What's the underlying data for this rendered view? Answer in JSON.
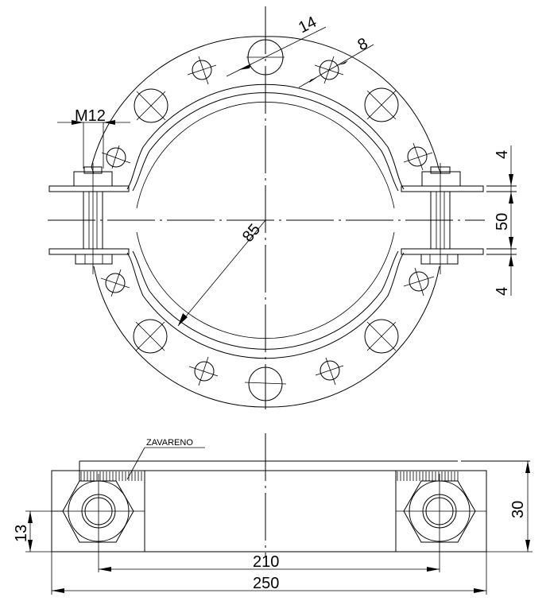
{
  "drawing": {
    "top_view": {
      "dimensions": {
        "hole_large": "14",
        "hole_small": "8",
        "bolt": "M12",
        "radius": "85",
        "plate_top": "4",
        "gap": "50",
        "plate_bottom": "4"
      }
    },
    "front_view": {
      "annotation": "ZAVARENO",
      "dimensions": {
        "bolt_height": "13",
        "height": "30",
        "bolt_spacing": "210",
        "overall_width": "250"
      }
    }
  },
  "colors": {
    "line": "#000000",
    "background": "#ffffff"
  }
}
